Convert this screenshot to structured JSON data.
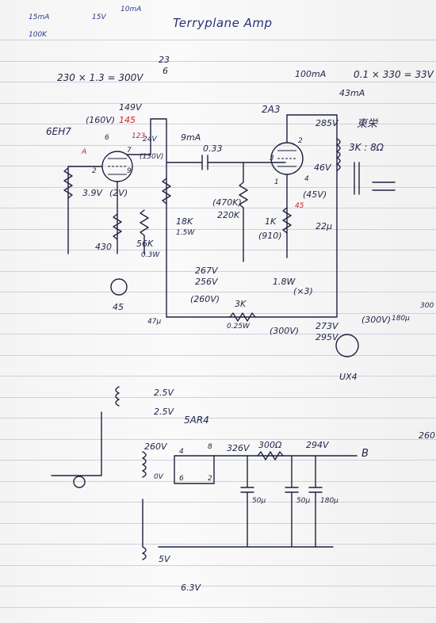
{
  "title": "Terryplane Amp",
  "ruled_line_count": 29,
  "top_left_notes": {
    "a": "15mA",
    "b": "100K",
    "c": "15V",
    "d": "10mA"
  },
  "equations": {
    "left": "230 × 1.3 = 300V",
    "right": "0.1 × 330 = 33V",
    "current": "100mA"
  },
  "tubes": {
    "driver": "6EH7",
    "output": "2A3",
    "rect": "5AR4",
    "socket": "UX4",
    "driver_socket": "45"
  },
  "driver_stage": {
    "plate_voltage": "(160V)",
    "plate_voltage_red": "145",
    "screen_voltage": "149V",
    "screen_voltage_red": "123",
    "grid_values": "24V",
    "grid_volt": "(130V)",
    "current": "9mA",
    "cathode_v": "3.9V",
    "cathode_v2": "(2V)",
    "cathode_r": "430",
    "screen_r": "56K",
    "screen_r_w": "0.3W",
    "plate_r": "18K",
    "plate_r_w": "1.5W",
    "pin2": "2",
    "pin6": "6",
    "pin7": "7",
    "pin9": "9",
    "red_a": "A",
    "stack_top": "23",
    "stack_mid": "6"
  },
  "coupling": {
    "cap": "0.33",
    "grid_r_a": "(470K)",
    "grid_r_b": "220K"
  },
  "output_stage": {
    "current": "43mA",
    "supply_v": "285V",
    "bias_v": "46V",
    "bias_v2": "(45V)",
    "bias_red": "45",
    "cathode_r": "1K",
    "cathode_r2": "(910)",
    "cathode_cap": "22μ",
    "trans": "3K : 8Ω",
    "trans_note": "東栄",
    "pin2": "2",
    "pin3": "3",
    "pin1": "1",
    "pin4": "4"
  },
  "supply_rail": {
    "b_volts_a": "267V",
    "b_volts_b": "256V",
    "b_volts_c": "(260V)",
    "drop_r": "3K",
    "drop_r_w": "0.25W",
    "node_v": "(300V)",
    "node_v2": "273V",
    "node_v3": "295V",
    "cap_a": "47μ",
    "res_w": "1.8W",
    "mult": "(×3)",
    "right_v": "(300V)",
    "cap_b": "180μ",
    "side_v": "300"
  },
  "power_supply": {
    "fil_a": "2.5V",
    "fil_b": "2.5V",
    "sec_v": "260V",
    "zero": "0V",
    "heater": "5V",
    "heater2": "6.3V",
    "out_v": "326V",
    "choke": "300Ω",
    "out_v2": "294V",
    "cap1": "50μ",
    "cap2": "50μ",
    "cap3": "180μ",
    "b_label": "B",
    "pin4": "4",
    "pin6": "6",
    "pin8": "8",
    "pin2": "2"
  },
  "edge_note": "260"
}
